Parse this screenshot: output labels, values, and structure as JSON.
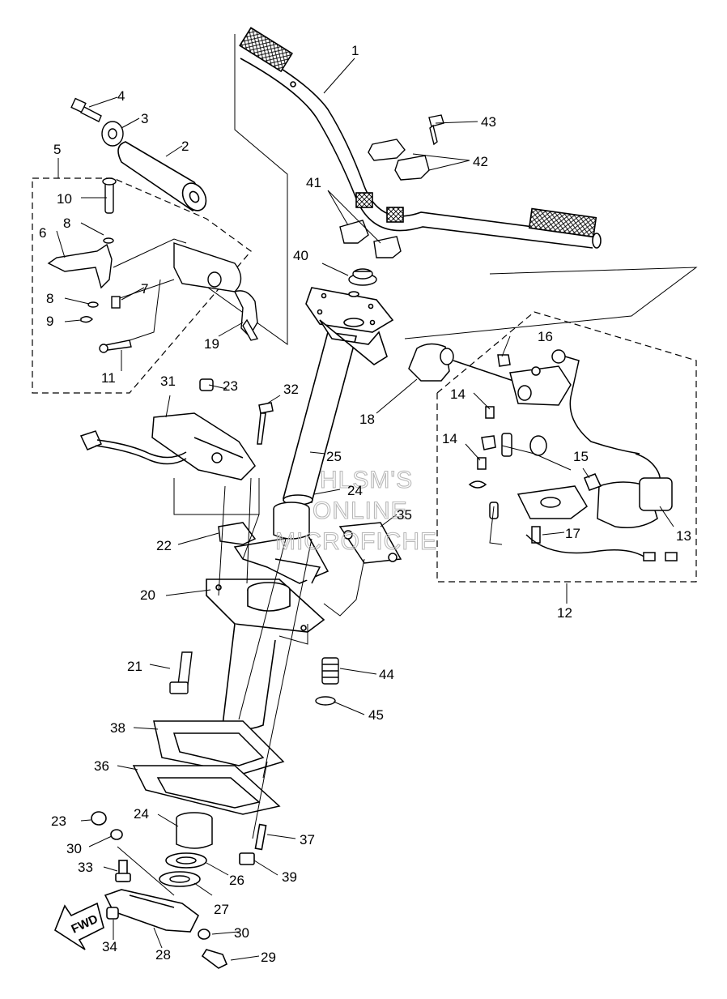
{
  "watermark": {
    "line1": "HLSM'S",
    "line2": "ONLINE",
    "line3": "MICROFICHE"
  },
  "arrow_label": "FWD",
  "callouts": {
    "p1": "1",
    "p2": "2",
    "p3": "3",
    "p4": "4",
    "p5": "5",
    "p6": "6",
    "p7": "7",
    "p8a": "8",
    "p8b": "8",
    "p9": "9",
    "p10": "10",
    "p11": "11",
    "p12": "12",
    "p13": "13",
    "p14a": "14",
    "p14b": "14",
    "p15": "15",
    "p16": "16",
    "p17": "17",
    "p18": "18",
    "p19": "19",
    "p20": "20",
    "p21": "21",
    "p22": "22",
    "p23a": "23",
    "p23b": "23",
    "p24a": "24",
    "p24b": "24",
    "p25": "25",
    "p26": "26",
    "p27": "27",
    "p28": "28",
    "p29": "29",
    "p30a": "30",
    "p30b": "30",
    "p31": "31",
    "p32": "32",
    "p33": "33",
    "p34": "34",
    "p35": "35",
    "p36": "36",
    "p37": "37",
    "p38": "38",
    "p39": "39",
    "p40": "40",
    "p41": "41",
    "p42": "42",
    "p43": "43",
    "p44": "44",
    "p45": "45"
  }
}
